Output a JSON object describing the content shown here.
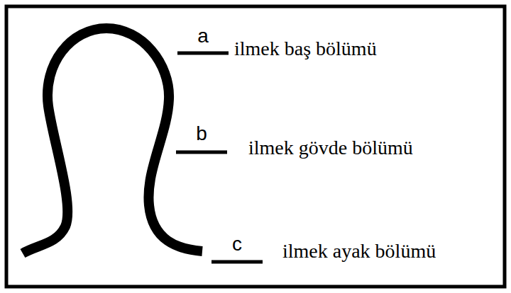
{
  "diagram": {
    "labels": [
      "a",
      "ilmek baş bölümü",
      "b",
      "ilmek gövde bölümü",
      "c",
      "ilmek ayak bölümü"
    ]
  }
}
